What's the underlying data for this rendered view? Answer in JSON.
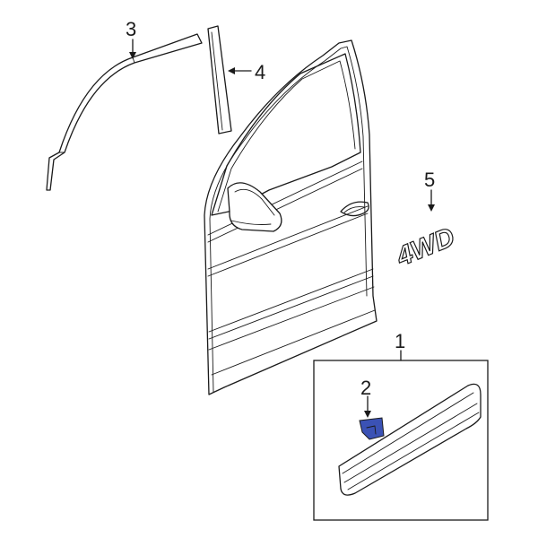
{
  "callouts": {
    "part1": "1",
    "part2": "2",
    "part3": "3",
    "part4": "4",
    "part5": "5"
  },
  "emblem_text": "4WD",
  "colors": {
    "line": "#1a1a1a",
    "background": "#ffffff",
    "highlight_part": "#3b52b5"
  }
}
